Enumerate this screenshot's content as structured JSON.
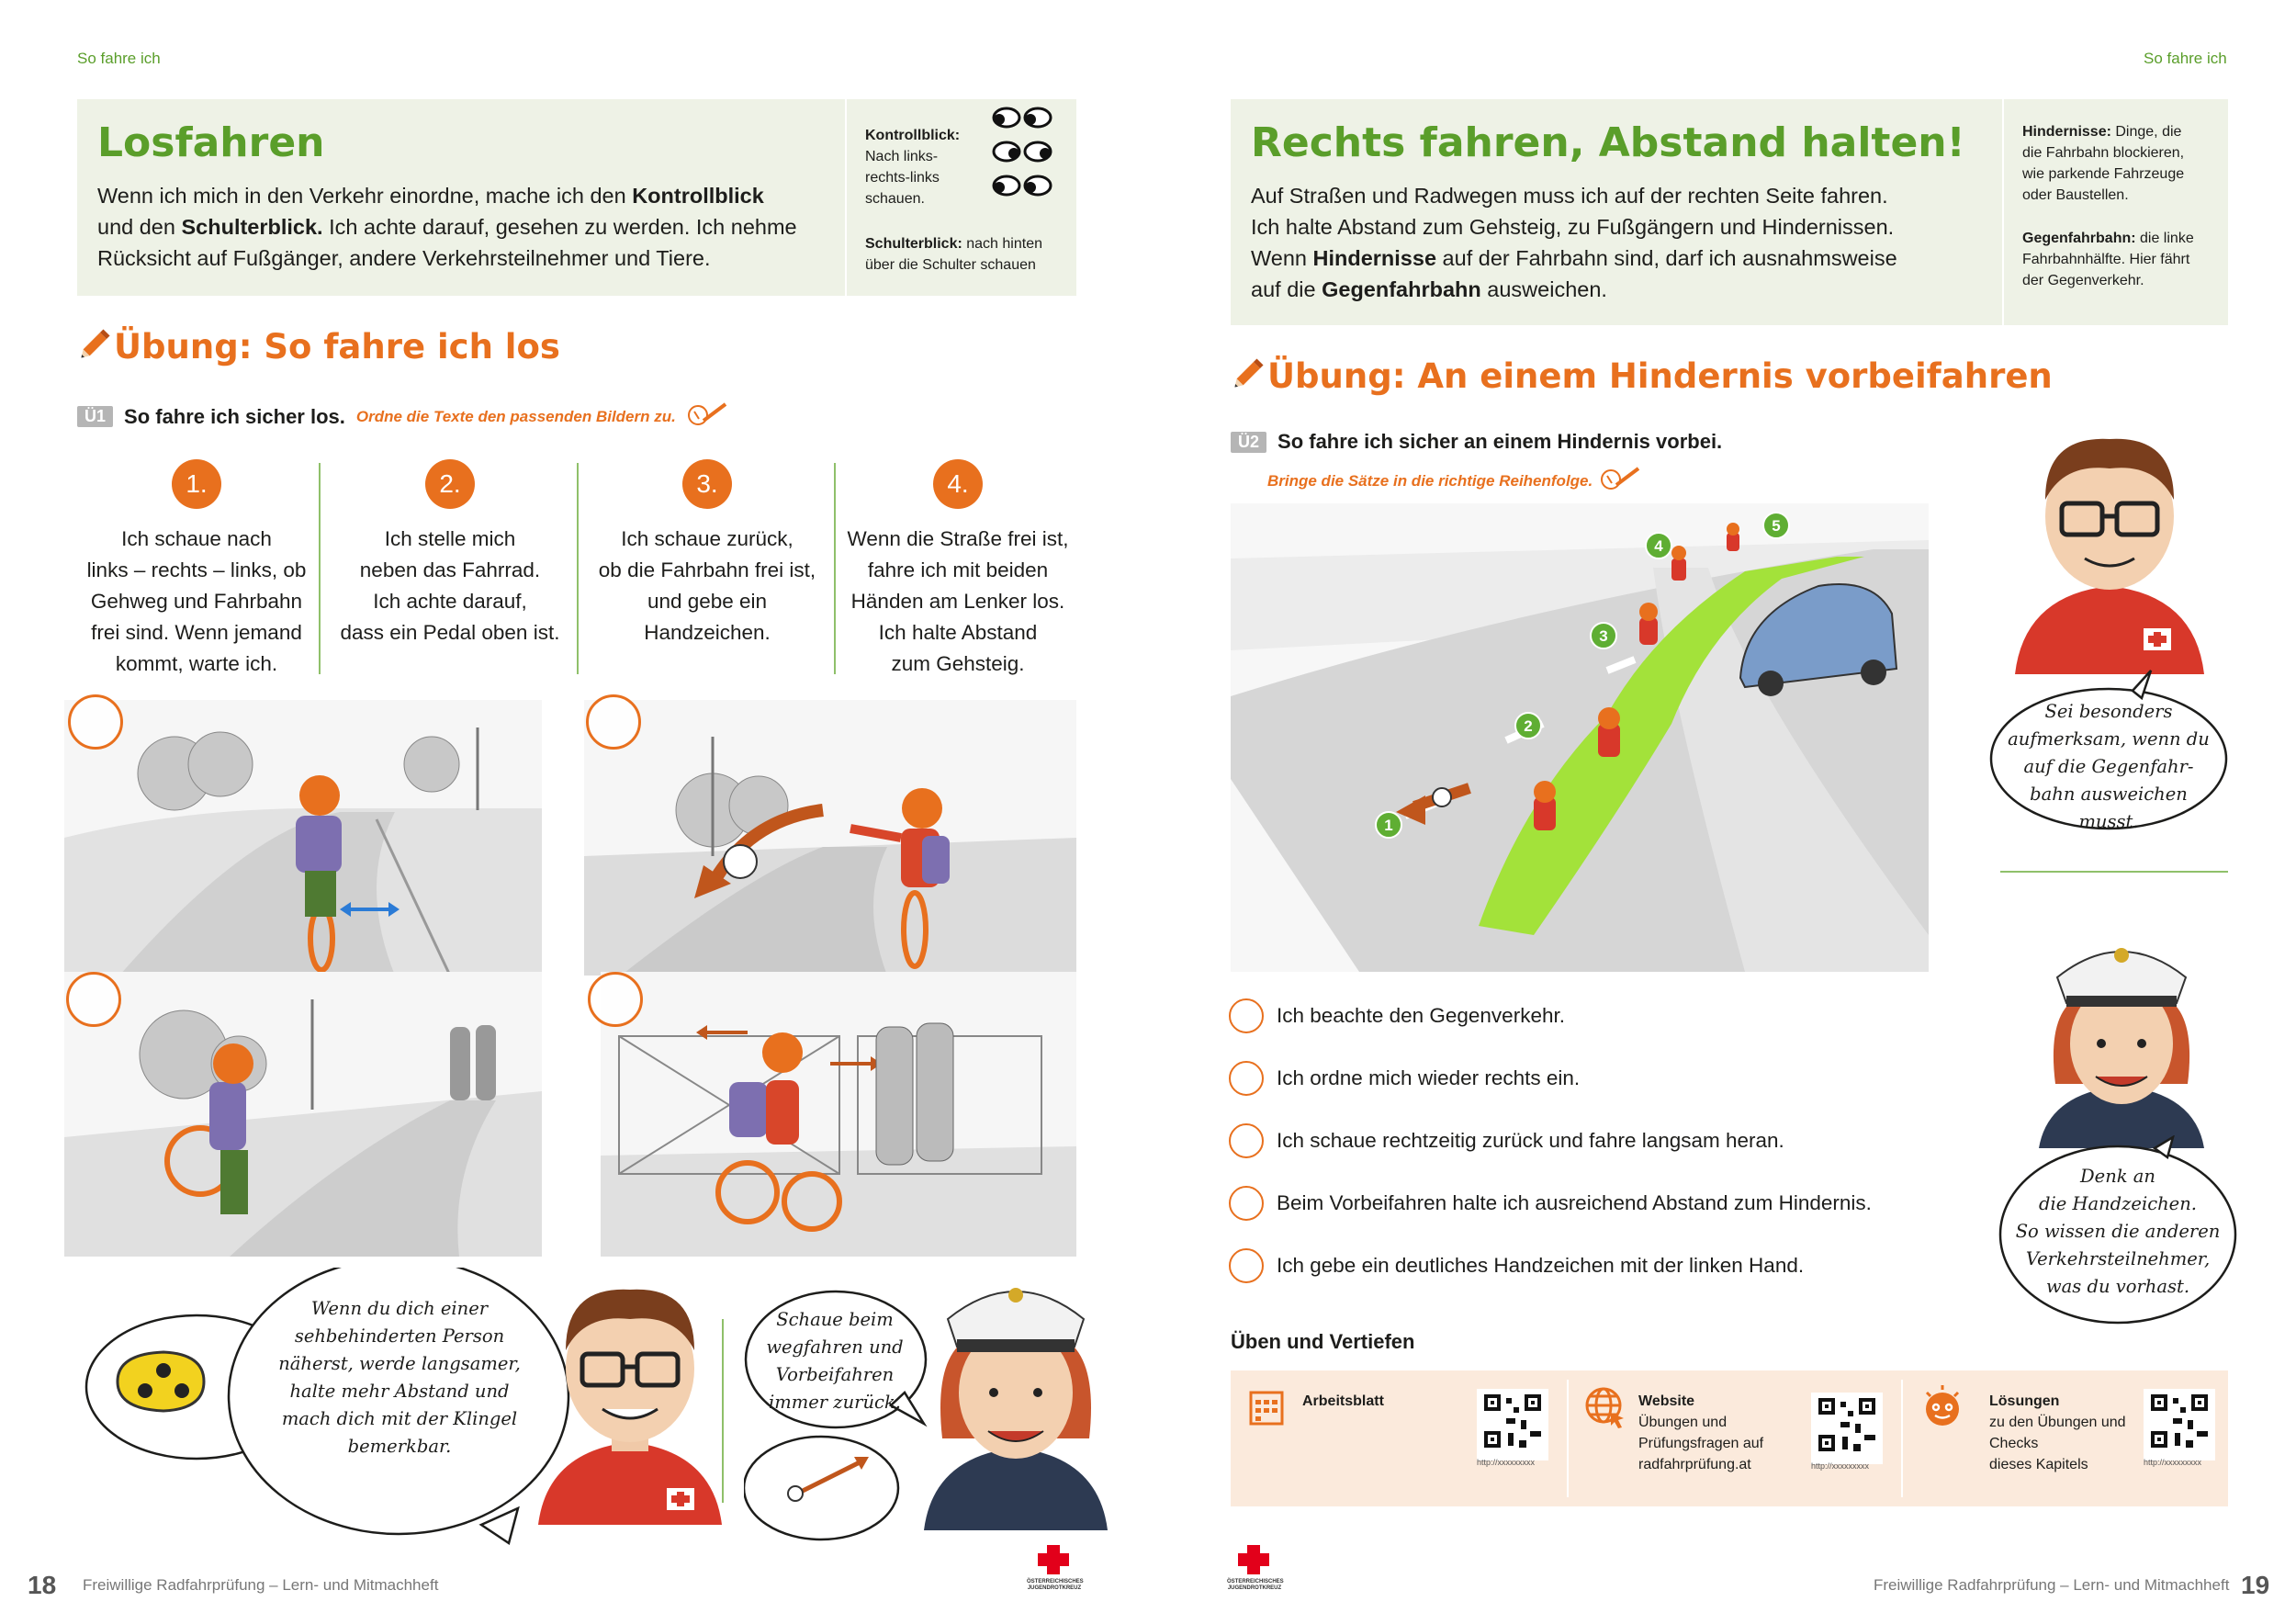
{
  "left_page": {
    "running_header": "So fahre ich",
    "intro": {
      "title": "Losfahren",
      "text_1": "Wenn ich mich in den Verkehr einordne, mache ich den ",
      "text_bold_1": "Kontrollblick",
      "text_2": "und den ",
      "text_bold_2": "Schulterblick.",
      "text_3": " Ich achte darauf, gesehen zu werden. Ich nehme",
      "text_4": "Rücksicht auf Fußgänger, andere Verkehrsteilnehmer und Tiere."
    },
    "side_note": {
      "term_1": "Kontrollblick:",
      "desc_1_line1": "Nach links-",
      "desc_1_line2": "rechts-links",
      "desc_1_line3": "schauen.",
      "term_2": "Schulterblick:",
      "desc_2_line1": " nach hinten",
      "desc_2_line2": "über die Schulter schauen"
    },
    "exercise_title": "Übung: So fahre ich los",
    "task": {
      "badge": "Ü1",
      "text": "So fahre ich sicher los.",
      "instruction": "Ordne die Texte den passenden Bildern zu."
    },
    "steps": [
      {
        "num": "1.",
        "lines": [
          "Ich schaue nach",
          "links – rechts – links, ob",
          "Gehweg und Fahrbahn",
          "frei sind. Wenn jemand",
          "kommt, warte ich."
        ]
      },
      {
        "num": "2.",
        "lines": [
          "Ich stelle mich",
          "neben das Fahrrad.",
          "Ich achte darauf,",
          "dass ein Pedal oben ist."
        ]
      },
      {
        "num": "3.",
        "lines": [
          "Ich schaue zurück,",
          "ob die Fahrbahn frei ist,",
          "und gebe ein",
          "Handzeichen."
        ]
      },
      {
        "num": "4.",
        "lines": [
          "Wenn die Straße frei ist,",
          "fahre ich mit beiden",
          "Händen am Lenker los.",
          "Ich halte Abstand",
          "zum Gehsteig."
        ]
      }
    ],
    "bubble_1": [
      "Wenn du dich einer",
      "sehbehinderten Person",
      "näherst, werde langsamer,",
      "halte mehr Abstand und",
      "mach dich mit der Klingel",
      "bemerkbar."
    ],
    "bubble_2": [
      "Schaue beim",
      "wegfahren und",
      "Vorbeifahren",
      "immer zurück."
    ],
    "footer": {
      "page_num": "18",
      "text": "Freiwillige Radfahrprüfung – Lern- und Mitmachheft"
    }
  },
  "right_page": {
    "running_header": "So fahre ich",
    "intro": {
      "title": "Rechts fahren, Abstand halten!",
      "line_1": "Auf Straßen und Radwegen muss ich auf der rechten Seite fahren.",
      "line_2": "Ich halte Abstand zum Gehsteig, zu Fußgängern und Hindernissen.",
      "line_3a": "Wenn ",
      "line_3b": "Hindernisse",
      "line_3c": " auf der Fahrbahn sind, darf ich ausnahmsweise",
      "line_4a": "auf die ",
      "line_4b": "Gegenfahrbahn",
      "line_4c": " ausweichen."
    },
    "side_note": {
      "term_1": "Hindernisse:",
      "desc_1_line1": " Dinge, die",
      "desc_1_line2": "die Fahrbahn blockieren,",
      "desc_1_line3": "wie parkende Fahrzeuge",
      "desc_1_line4": "oder Baustellen.",
      "term_2": "Gegenfahrbahn:",
      "desc_2_line1": " die linke",
      "desc_2_line2": "Fahrbahnhälfte. Hier fährt",
      "desc_2_line3": "der Gegenverkehr."
    },
    "exercise_title": "Übung: An einem Hindernis vorbeifahren",
    "task": {
      "badge": "Ü2",
      "text": "So fahre ich sicher an einem Hindernis vorbei.",
      "instruction": "Bringe die Sätze in die richtige Reihenfolge."
    },
    "route_markers": [
      "1",
      "2",
      "3",
      "4",
      "5"
    ],
    "options": [
      "Ich beachte den Gegenverkehr.",
      "Ich ordne mich wieder rechts ein.",
      "Ich schaue rechtzeitig zurück und fahre langsam heran.",
      "Beim Vorbeifahren halte ich ausreichend Abstand zum Hindernis.",
      "Ich gebe ein deutliches Handzeichen mit der linken Hand."
    ],
    "bubble_1": [
      "Sei besonders",
      "aufmerksam, wenn du",
      "auf die Gegenfahr-",
      "bahn ausweichen",
      "musst."
    ],
    "bubble_2": [
      "Denk an",
      "die Handzeichen.",
      "So wissen die anderen",
      "Verkehrsteilnehmer,",
      "was du vorhast."
    ],
    "practice": {
      "title": "Üben und Vertiefen",
      "items": [
        {
          "icon": "worksheet-icon",
          "label_bold": "Arbeitsblatt",
          "label": [],
          "qr_url": "http://xxxxxxxxx"
        },
        {
          "icon": "globe-icon",
          "label_bold": "Website",
          "label": [
            "Übungen und",
            "Prüfungsfragen auf",
            "radfahrprüfung.at"
          ],
          "qr_url": "http://xxxxxxxxx"
        },
        {
          "icon": "solutions-icon",
          "label_bold": "Lösungen",
          "label": [
            "zu den Übungen und",
            "Checks",
            "dieses Kapitels"
          ],
          "qr_url": "http://xxxxxxxxx"
        }
      ]
    },
    "footer": {
      "page_num": "19",
      "text": "Freiwillige Radfahrprüfung – Lern- und Mitmachheft"
    }
  },
  "logo": {
    "line_1": "ÖSTERREICHISCHES",
    "line_2": "JUGENDROTKREUZ"
  },
  "colors": {
    "green": "#5a9e2a",
    "orange": "#e8701e",
    "intro_bg": "#eef2e6",
    "practice_bg": "#fbeadc"
  }
}
